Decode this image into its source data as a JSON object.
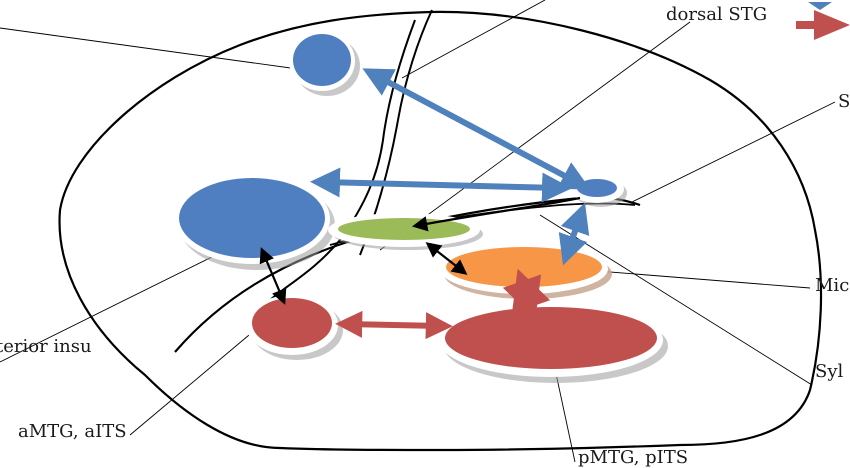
{
  "labels": {
    "dorsal_stg": "dorsal STG",
    "amtg_aits": "aMTG, aITS",
    "pmtg_pits": "pMTG, pITS",
    "anterior_insula_partial": "terior insu",
    "right_partial_1": "S",
    "right_partial_2": "Mic",
    "right_partial_3": "Syl"
  },
  "colors": {
    "blue_region": "#4f7fc0",
    "red_region": "#c0504d",
    "green_region": "#9bbb59",
    "orange_region": "#f79646",
    "blue_arrow": "#4f81bd",
    "red_arrow": "#c0504d",
    "black_arrow": "#000000",
    "outline": "#000000"
  }
}
